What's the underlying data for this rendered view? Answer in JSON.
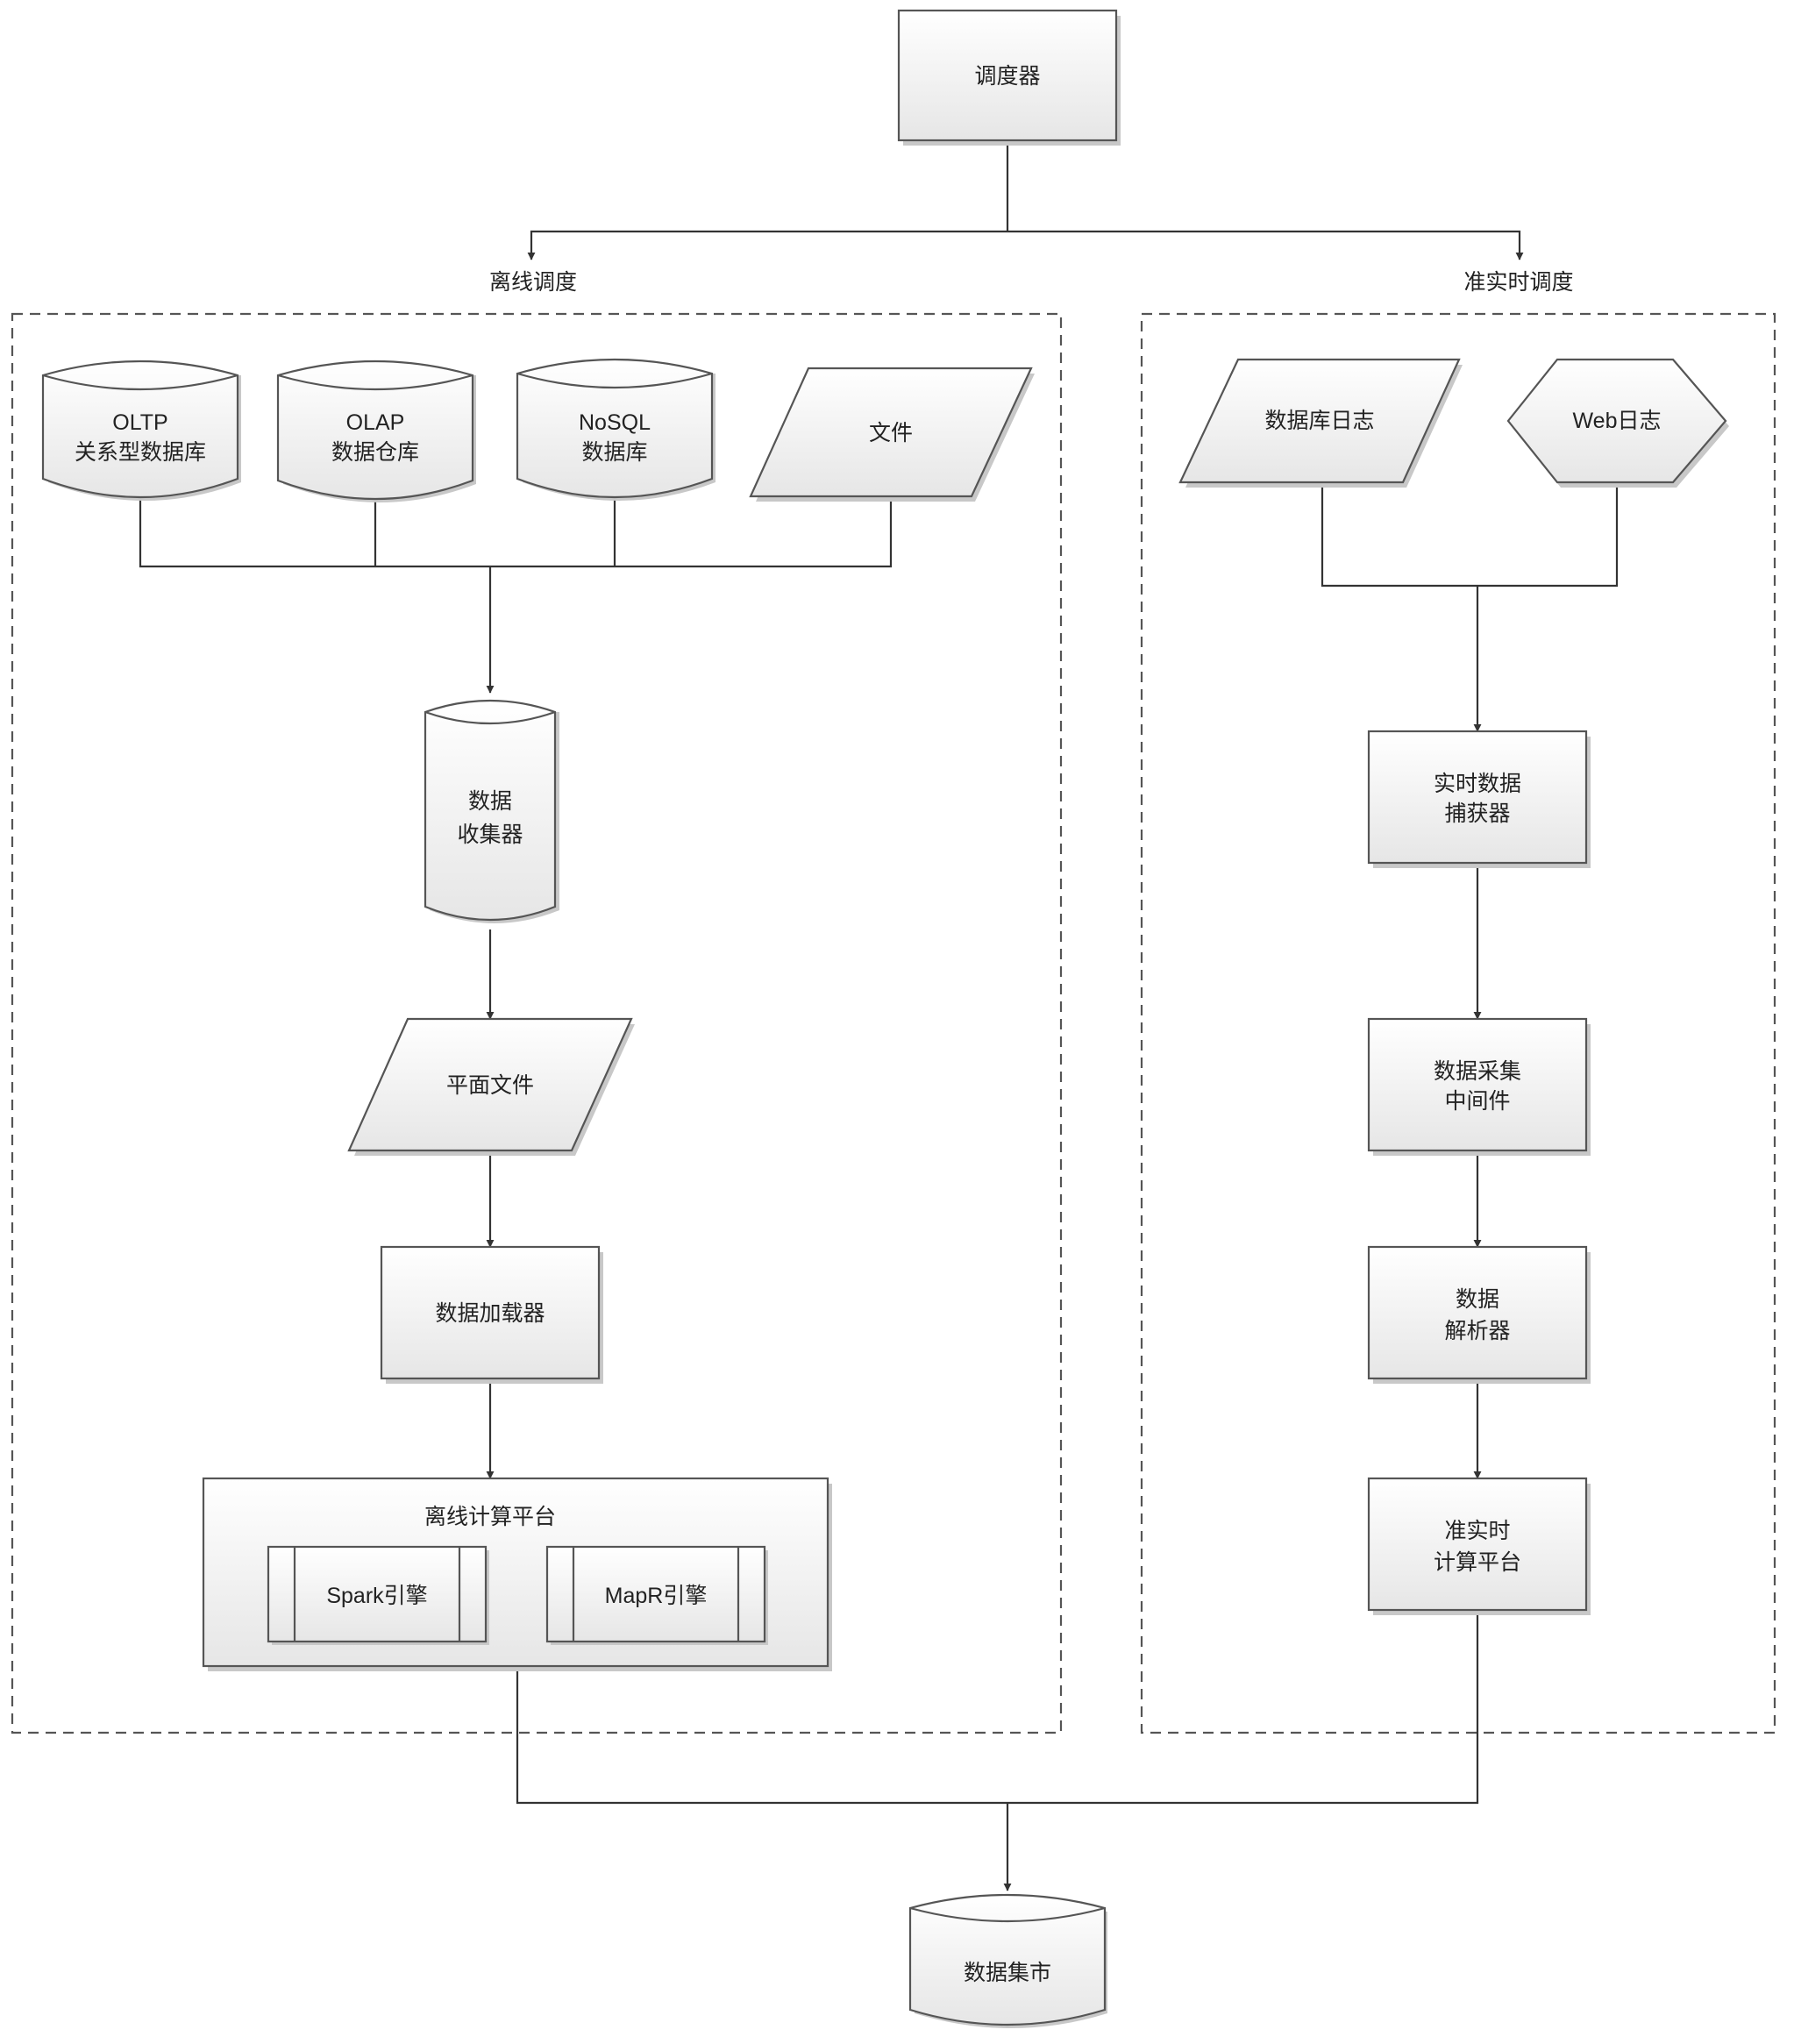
{
  "scheduler": {
    "label": "调度器"
  },
  "offline": {
    "title": "离线调度",
    "sources": [
      {
        "line1": "OLTP",
        "line2": "关系型数据库"
      },
      {
        "line1": "OLAP",
        "line2": "数据仓库"
      },
      {
        "line1": "NoSQL",
        "line2": "数据库"
      }
    ],
    "file": "文件",
    "collector": {
      "line1": "数据",
      "line2": "收集器"
    },
    "flat_file": "平面文件",
    "loader": "数据加载器",
    "platform": {
      "title": "离线计算平台",
      "engines": [
        "Spark引擎",
        "MapR引擎"
      ]
    }
  },
  "realtime": {
    "title": "准实时调度",
    "db_log": "数据库日志",
    "web_log": "Web日志",
    "capturer": {
      "line1": "实时数据",
      "line2": "捕获器"
    },
    "middleware": {
      "line1": "数据采集",
      "line2": "中间件"
    },
    "parser": {
      "line1": "数据",
      "line2": "解析器"
    },
    "platform": {
      "line1": "准实时",
      "line2": "计算平台"
    }
  },
  "mart": {
    "label": "数据集市"
  }
}
